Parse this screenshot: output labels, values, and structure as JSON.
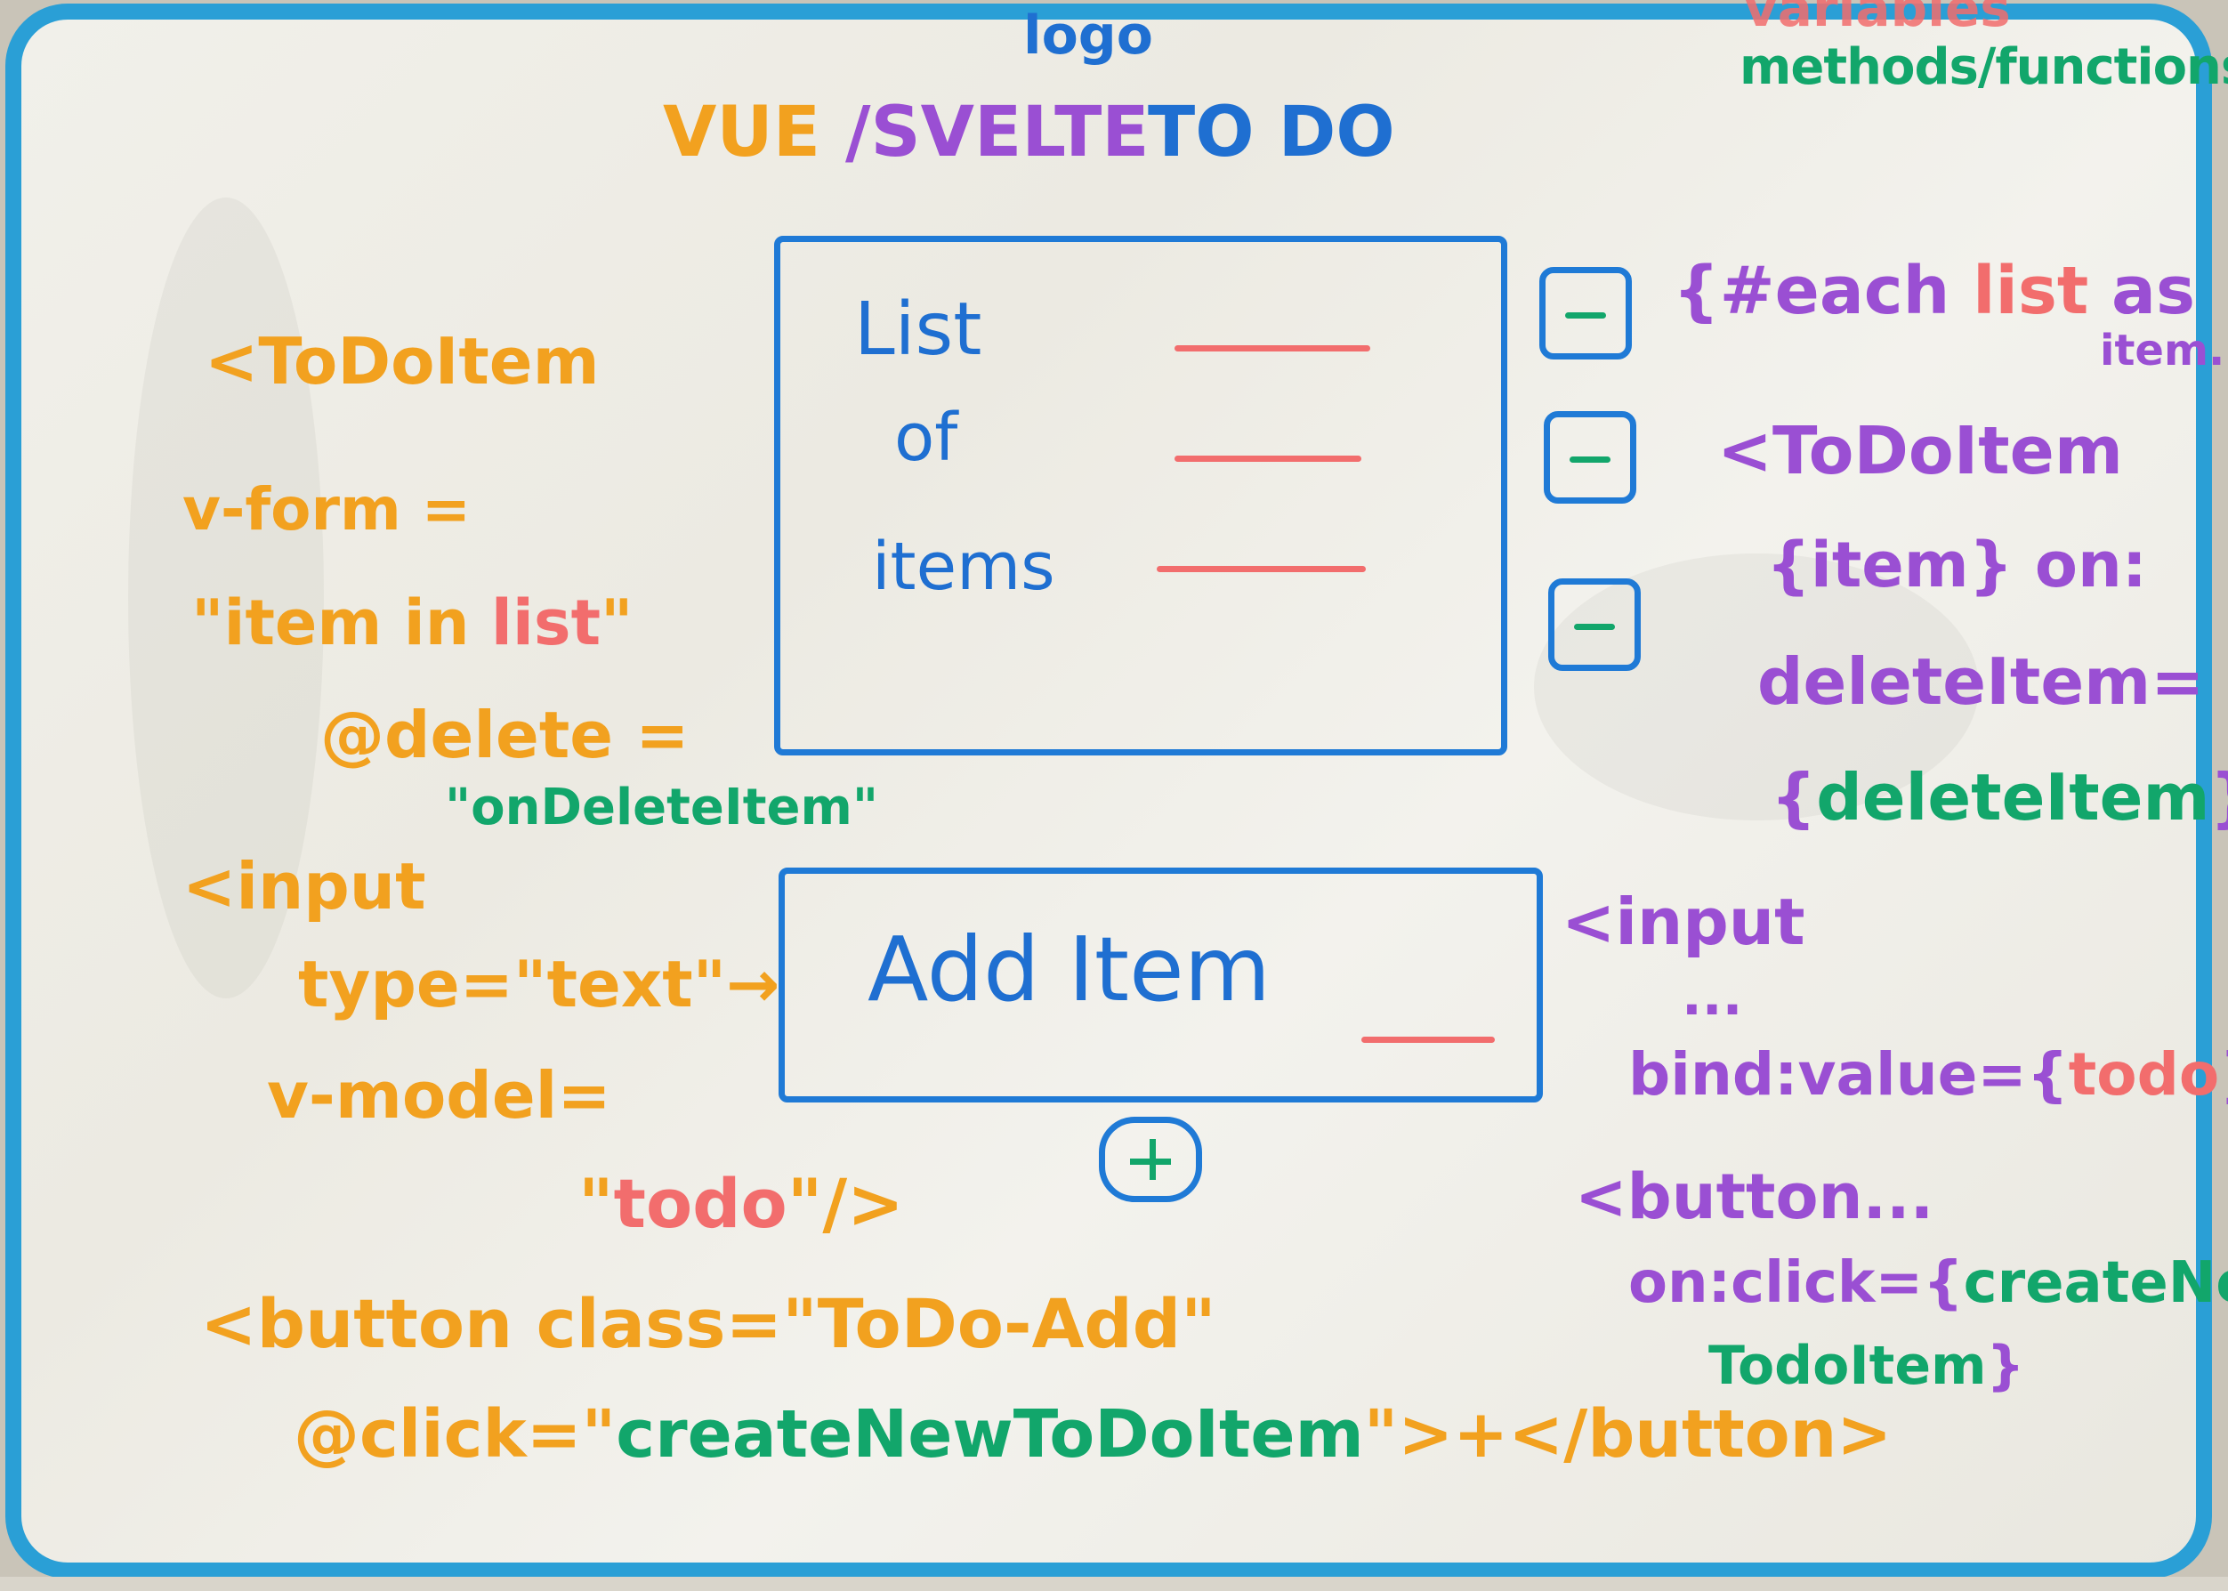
{
  "title": {
    "logo": "logo",
    "vue": "VUE",
    "svelte": "/SVELTE",
    "todo": "TO DO"
  },
  "legend": {
    "variables": "variables",
    "methods": "methods/functions"
  },
  "left_code": {
    "line1": "<ToDoItem",
    "line2": "v-form =",
    "line3a": "\"item in ",
    "line3b": "list",
    "line3c": "\"",
    "line4": "@delete =",
    "line5": "\"onDeleteItem\"",
    "line6": "<input",
    "line7": "type=\"text\"→",
    "line8": "v-model=",
    "line9a": "\"",
    "line9b": "todo",
    "line9c": "\"/>",
    "line10": "<button class=\"ToDo-Add\"",
    "line11a": "@click=\"",
    "line11b": "createNewToDoItem",
    "line11c": "\">+</button>"
  },
  "center": {
    "list_words": [
      "List",
      "of",
      "items"
    ],
    "add_item": "Add Item"
  },
  "right_code": {
    "each_a": "{#each ",
    "each_b": "list",
    "each_c": " as",
    "each_d": "item...",
    "todoitem": "<ToDoItem",
    "item_on": "{item} on:",
    "delete_item": "deleteItem=",
    "delete_open": "{",
    "delete_val": "deleteItem",
    "delete_close": "}",
    "input": "<input",
    "dots": "...",
    "bind_a": "bind:value={",
    "bind_b": "todo",
    "bind_c": "}/>",
    "button": "<button...",
    "click_a": "on:click={",
    "click_b": "createNew",
    "click_c": "TodoItem",
    "click_d": "}"
  },
  "colors": {
    "frame": "#2a9fd6",
    "orange": "#f2a11f",
    "blue": "#1f6fd1",
    "purple": "#9a4fd3",
    "green": "#12a66b",
    "red": "#f26d6d"
  }
}
